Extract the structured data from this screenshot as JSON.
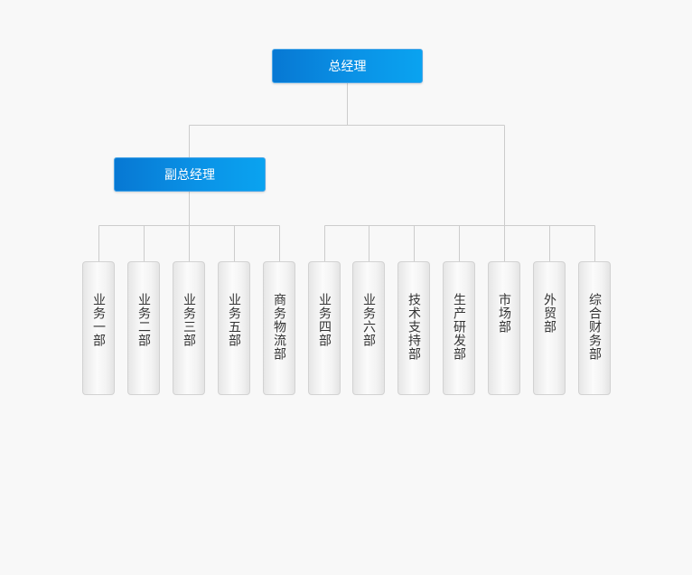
{
  "top": {
    "label": "总经理"
  },
  "deputy": {
    "label": "副总经理"
  },
  "departments": [
    {
      "label": "业务一部"
    },
    {
      "label": "业务二部"
    },
    {
      "label": "业务三部"
    },
    {
      "label": "业务五部"
    },
    {
      "label": "商务物流部"
    },
    {
      "label": "业务四部"
    },
    {
      "label": "业务六部"
    },
    {
      "label": "技术支持部"
    },
    {
      "label": "生产研发部"
    },
    {
      "label": "市场部"
    },
    {
      "label": "外贸部"
    },
    {
      "label": "综合财务部"
    }
  ],
  "colors": {
    "box_blue": "#0a8ee4",
    "line": "#cccccc"
  }
}
